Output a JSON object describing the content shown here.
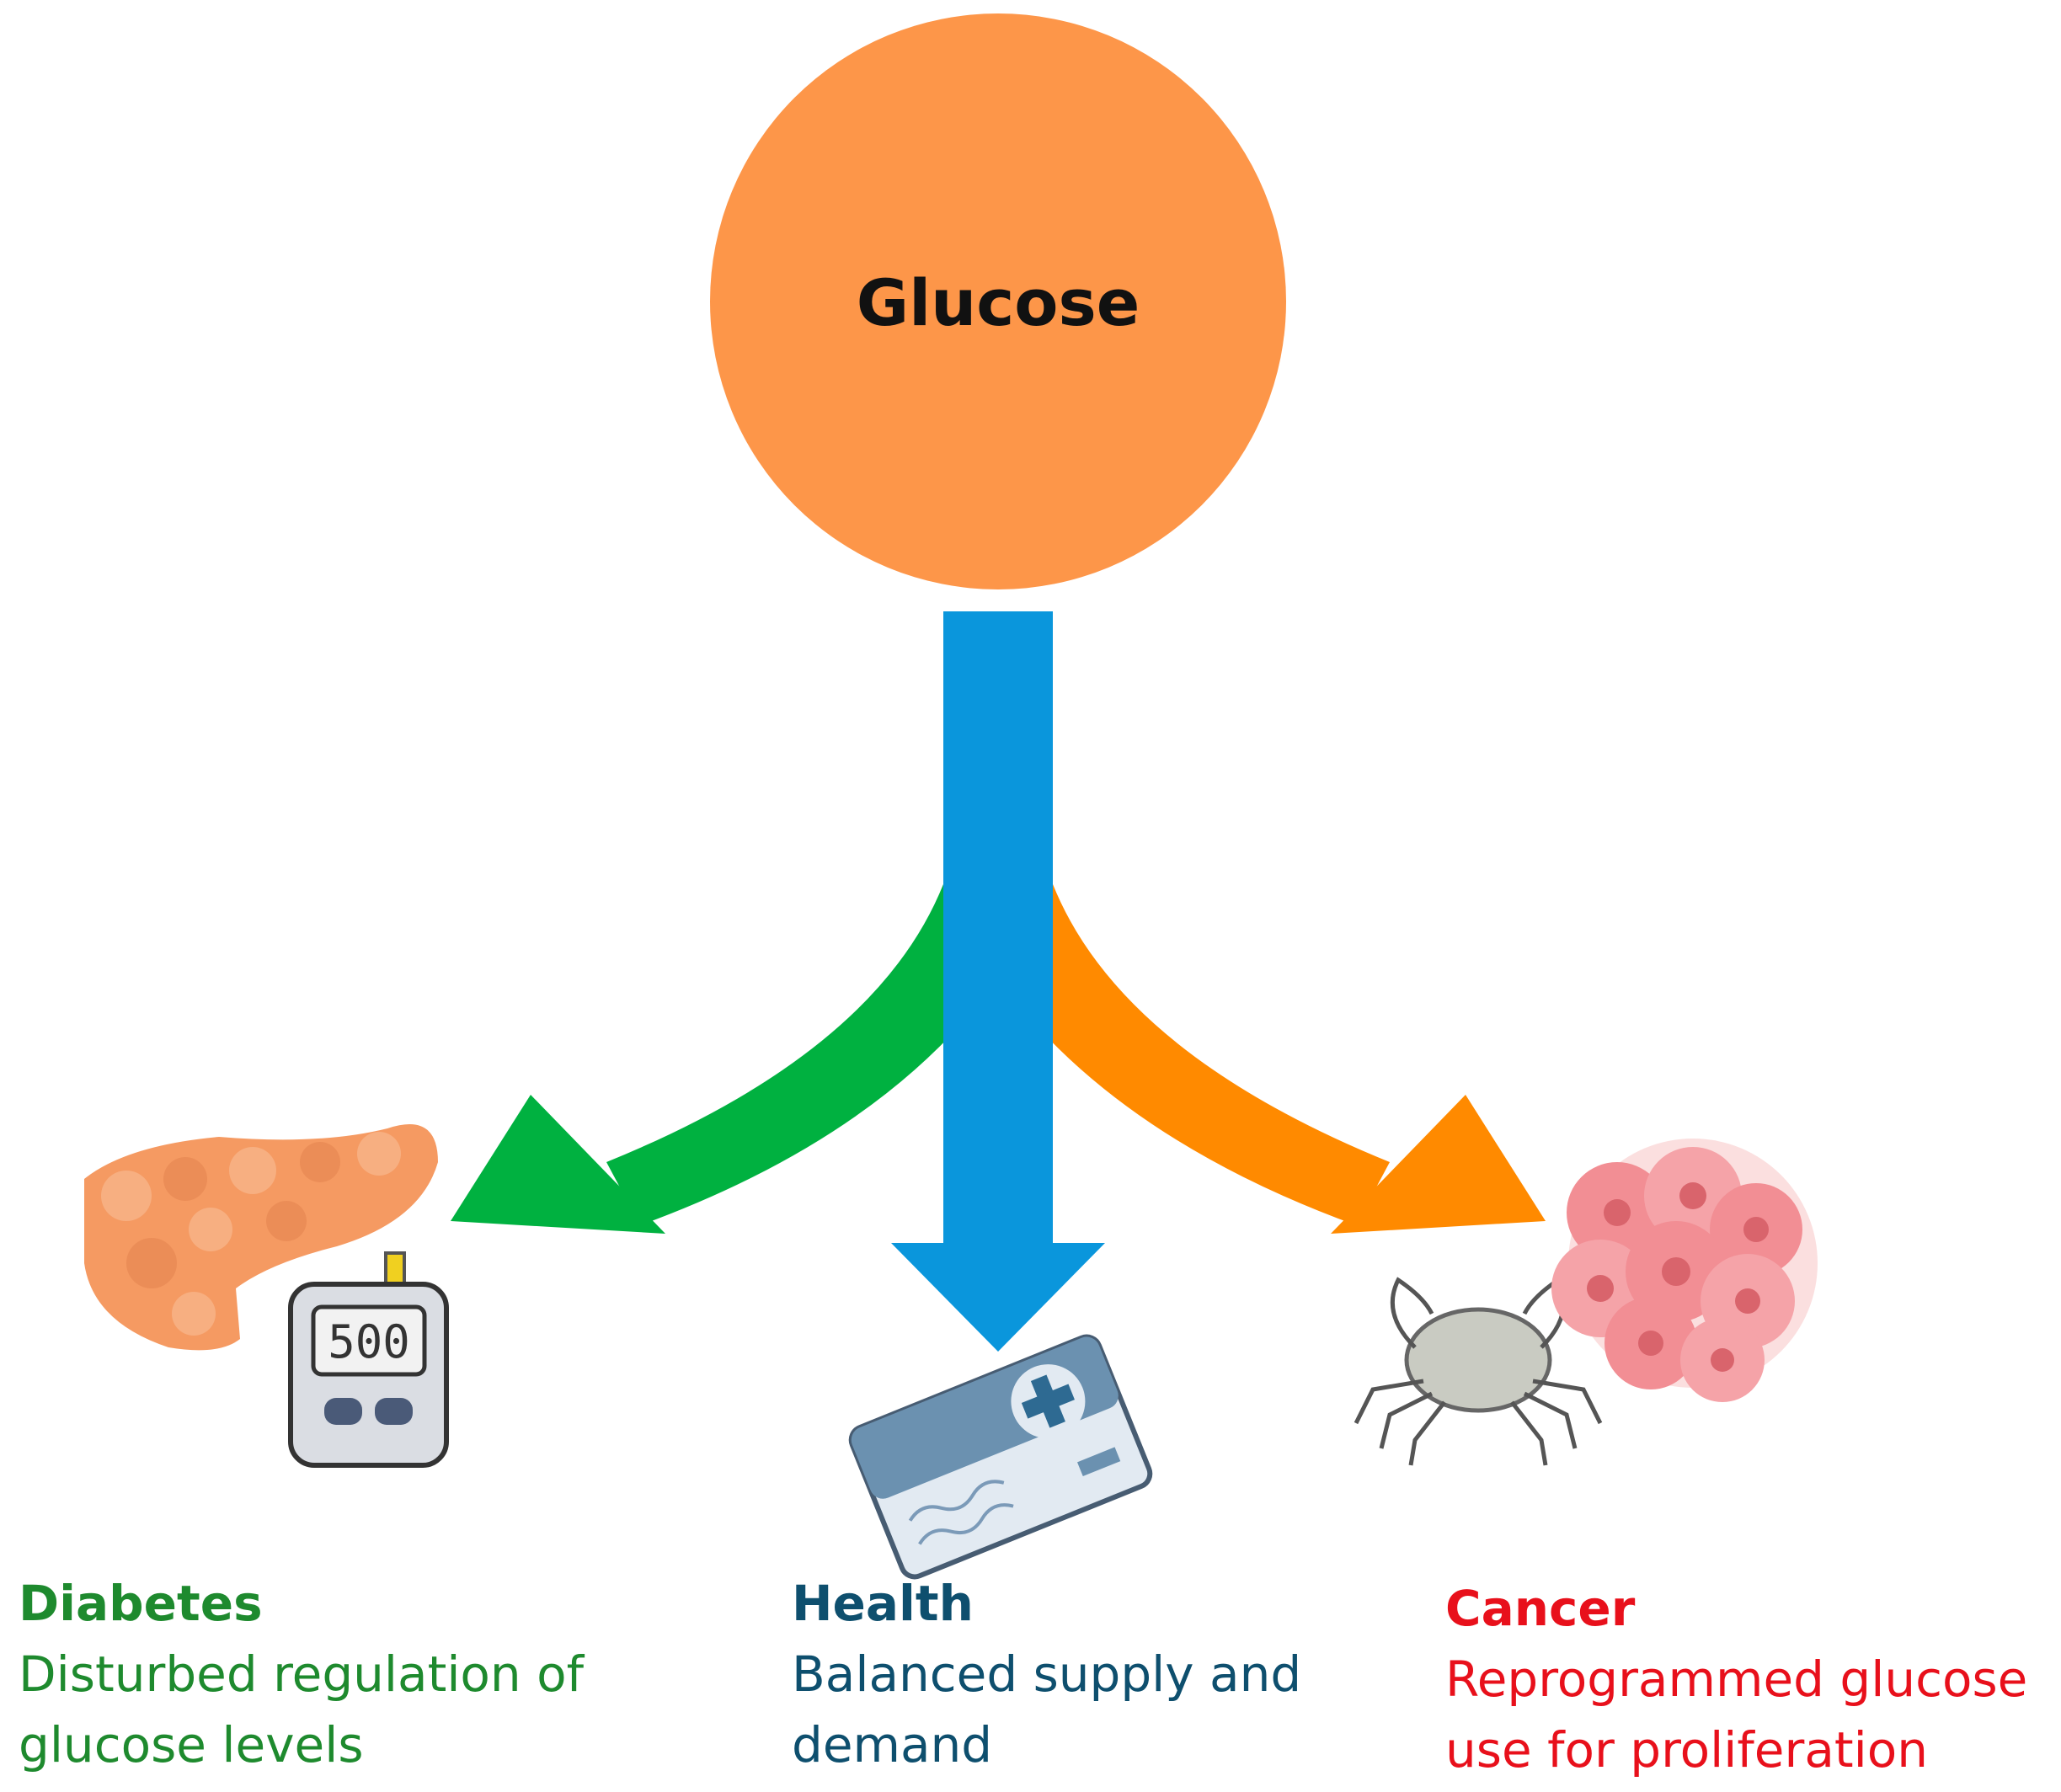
{
  "center": {
    "label": "Glucose",
    "fill_color": "#FD9649",
    "text_color": "#111111"
  },
  "outcomes": [
    {
      "id": "diabetes",
      "title": "Diabetes",
      "description": "Disturbed regulation of glucose levels",
      "line1": "Disturbed regulation of",
      "line2": "glucose levels",
      "color": "#1E8A2E",
      "arrow_color": "#00B140",
      "icons": [
        "pancreas-icon",
        "glucose-meter-icon"
      ],
      "meter_reading": "500"
    },
    {
      "id": "health",
      "title": "Health",
      "description": "Balanced supply and demand",
      "line1": "Balanced supply and",
      "line2": "demand",
      "color": "#0E4F6E",
      "arrow_color": "#0A96DC",
      "icons": [
        "health-card-icon"
      ]
    },
    {
      "id": "cancer",
      "title": "Cancer",
      "description": "Reprogrammed glucose use for proliferation",
      "line1": "Reprogrammed glucose",
      "line2": "use for proliferation",
      "color": "#E8101B",
      "arrow_color": "#FF8A00",
      "icons": [
        "crab-icon",
        "tumor-cells-icon"
      ]
    }
  ]
}
